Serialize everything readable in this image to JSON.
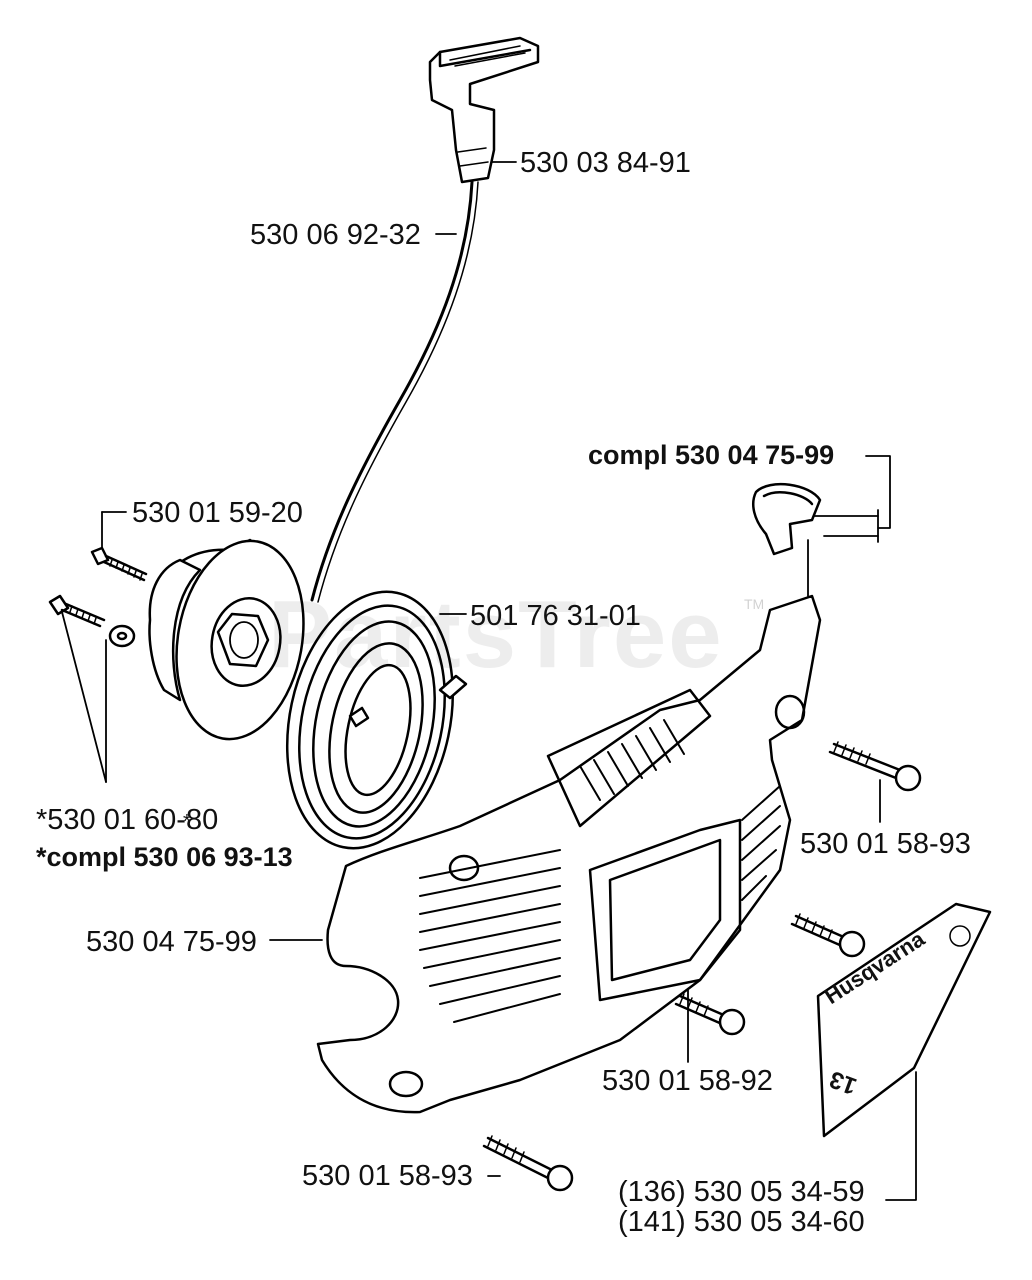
{
  "watermark": {
    "text": "PartsTree",
    "tm": "TM"
  },
  "decal": {
    "brand": "Husqvarna",
    "number": "13"
  },
  "labels": {
    "handle": "530 03 84-91",
    "rope": "530 06 92-32",
    "grip_compl": "compl 530 04 75-99",
    "screw_top": "530 01 59-20",
    "spring": "501 76 31-01",
    "asterisk": "*",
    "screw_washer": "*530 01 60-80",
    "pulley_compl": "*compl 530 06 93-13",
    "screw_right": "530 01 58-93",
    "cover": "530 04 75-99",
    "screw_mid": "530 01 58-92",
    "screw_bottom": "530 01 58-93",
    "decal_136": "(136) 530 05 34-59",
    "decal_141": "(141) 530 05 34-60"
  }
}
